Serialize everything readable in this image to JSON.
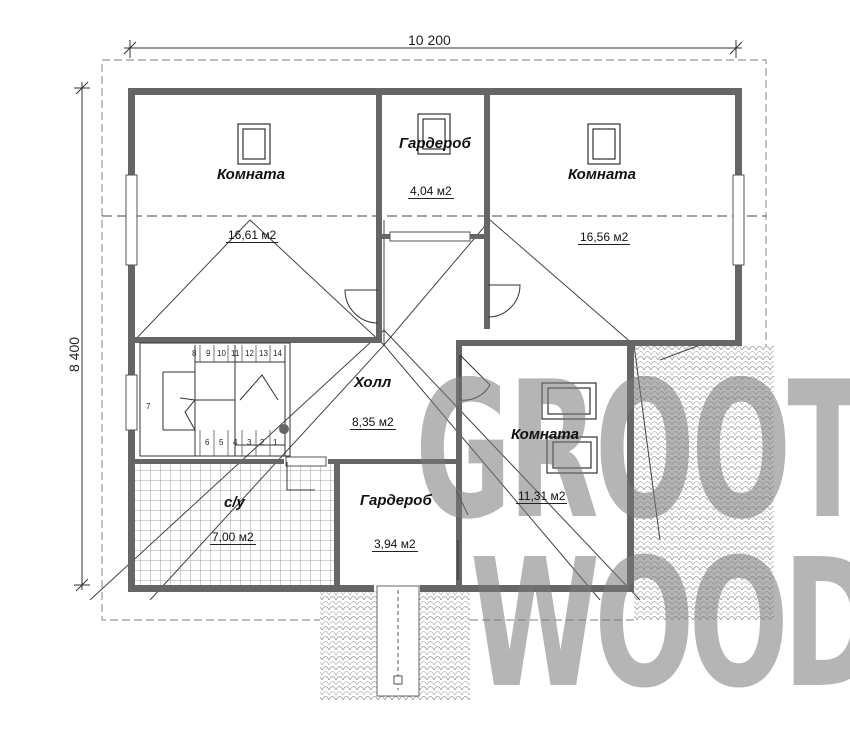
{
  "dimensions": {
    "width": "10 200",
    "height": "8 400"
  },
  "rooms": [
    {
      "id": "room-nw",
      "name": "Комната",
      "area": "16,61 м2"
    },
    {
      "id": "wardrobe-n",
      "name": "Гардероб",
      "area": "4,04 м2"
    },
    {
      "id": "room-ne",
      "name": "Комната",
      "area": "16,56 м2"
    },
    {
      "id": "hall",
      "name": "Холл",
      "area": "8,35 м2"
    },
    {
      "id": "room-e",
      "name": "Комната",
      "area": "11,31 м2"
    },
    {
      "id": "bathroom",
      "name": "с/у",
      "area": "7,00 м2"
    },
    {
      "id": "wardrobe-s",
      "name": "Гардероб",
      "area": "3,94 м2"
    }
  ],
  "stairs": {
    "upper_steps": [
      "8",
      "9",
      "10",
      "11",
      "12",
      "13",
      "14"
    ],
    "lower_steps": [
      "6",
      "5",
      "4",
      "3",
      "2",
      "1"
    ],
    "landing": "7"
  },
  "watermark": {
    "line1": "GROOT",
    "line2": "WOOD"
  },
  "colors": {
    "wall": "#666666",
    "line": "#333333",
    "watermark": "#8a8a8a"
  }
}
